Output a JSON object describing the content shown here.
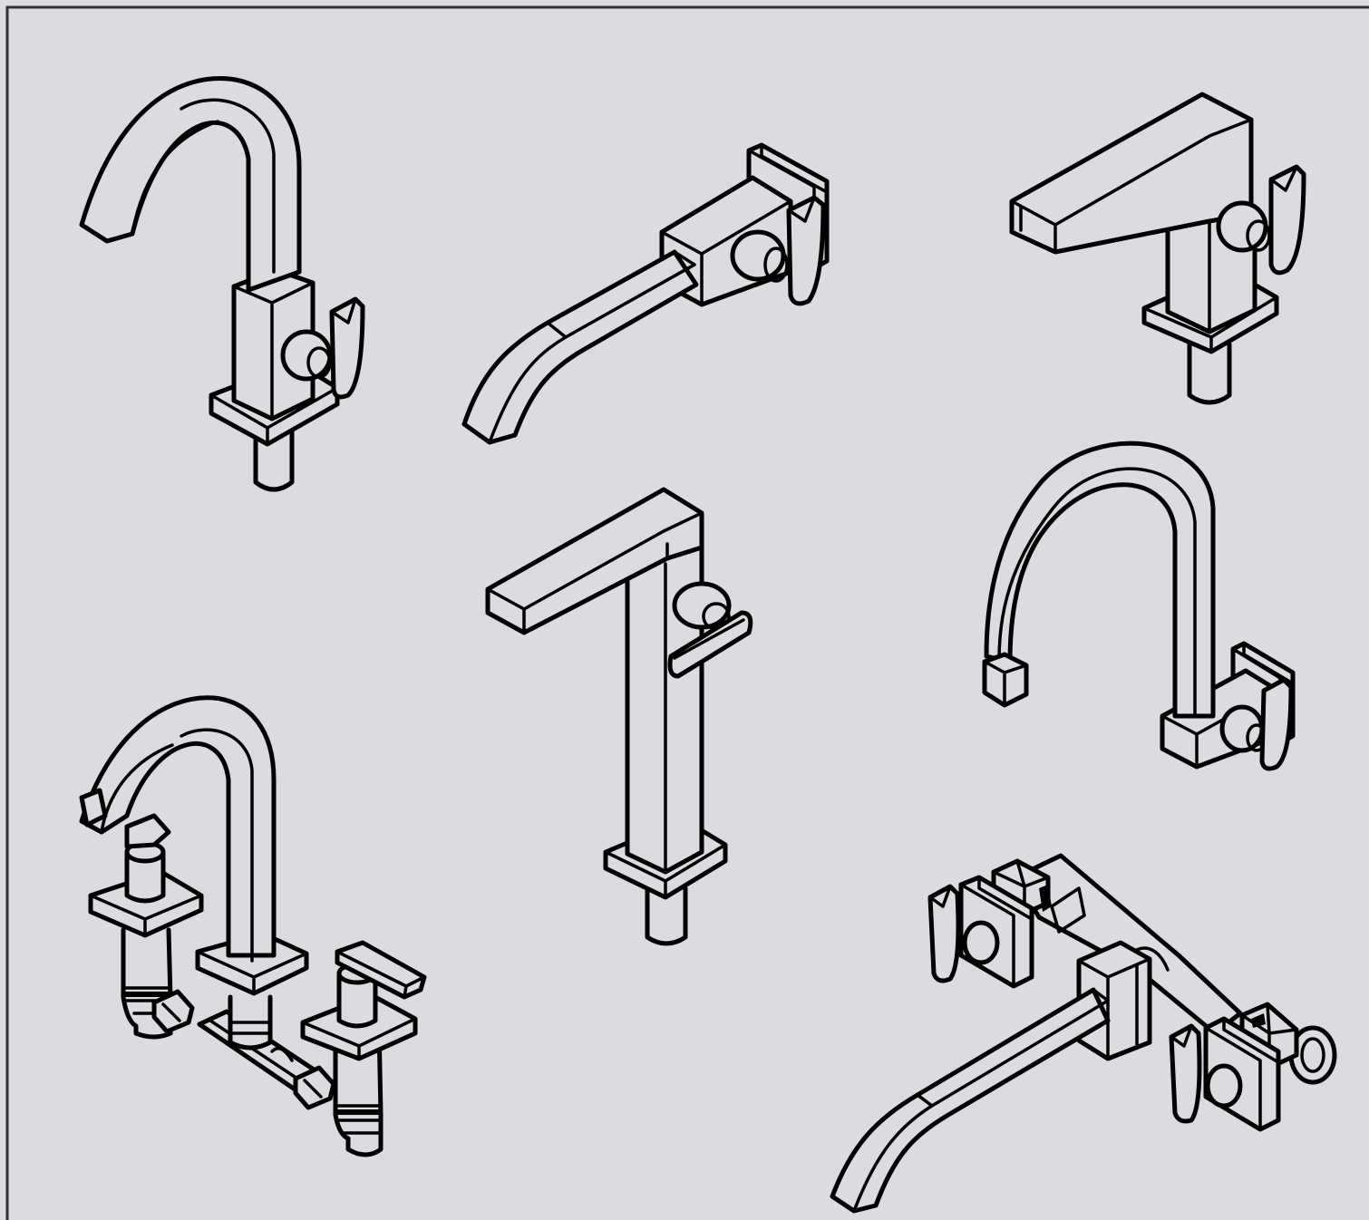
{
  "colors": {
    "background": "#dcdbe0",
    "border": "#333333",
    "line": "#000000"
  },
  "items": [
    {
      "name": "curved-spout-basin-mixer",
      "icon": "faucet-icon"
    },
    {
      "name": "wall-mounted-square-spout-mixer",
      "icon": "faucet-icon"
    },
    {
      "name": "tall-l-spout-basin-mixer",
      "icon": "faucet-icon"
    },
    {
      "name": "tall-l-spout-vessel-mixer",
      "icon": "faucet-icon"
    },
    {
      "name": "wall-mounted-swan-neck-mixer",
      "icon": "faucet-icon"
    },
    {
      "name": "three-hole-deck-mixer",
      "icon": "faucet-icon"
    },
    {
      "name": "wall-mounted-bath-mixer",
      "icon": "faucet-icon"
    }
  ]
}
